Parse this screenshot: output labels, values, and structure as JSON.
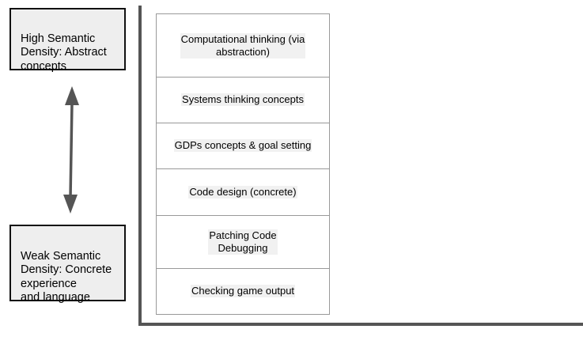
{
  "legend": {
    "high": "High Semantic\nDensity: Abstract\nconcepts",
    "weak": "Weak Semantic\nDensity: Concrete\nexperience\nand language"
  },
  "stack": {
    "rows": [
      "Computational thinking (via\nabstraction)",
      "Systems thinking concepts",
      "GDPs concepts & goal setting",
      "Code design (concrete)",
      "Patching Code\nDebugging",
      "Checking game output"
    ]
  },
  "colors": {
    "box_fill": "#eeeeee",
    "axis": "#555555",
    "arrow": "#555555",
    "row_border": "#999999"
  },
  "icons": {
    "arrow": "double-headed-vertical-arrow"
  }
}
